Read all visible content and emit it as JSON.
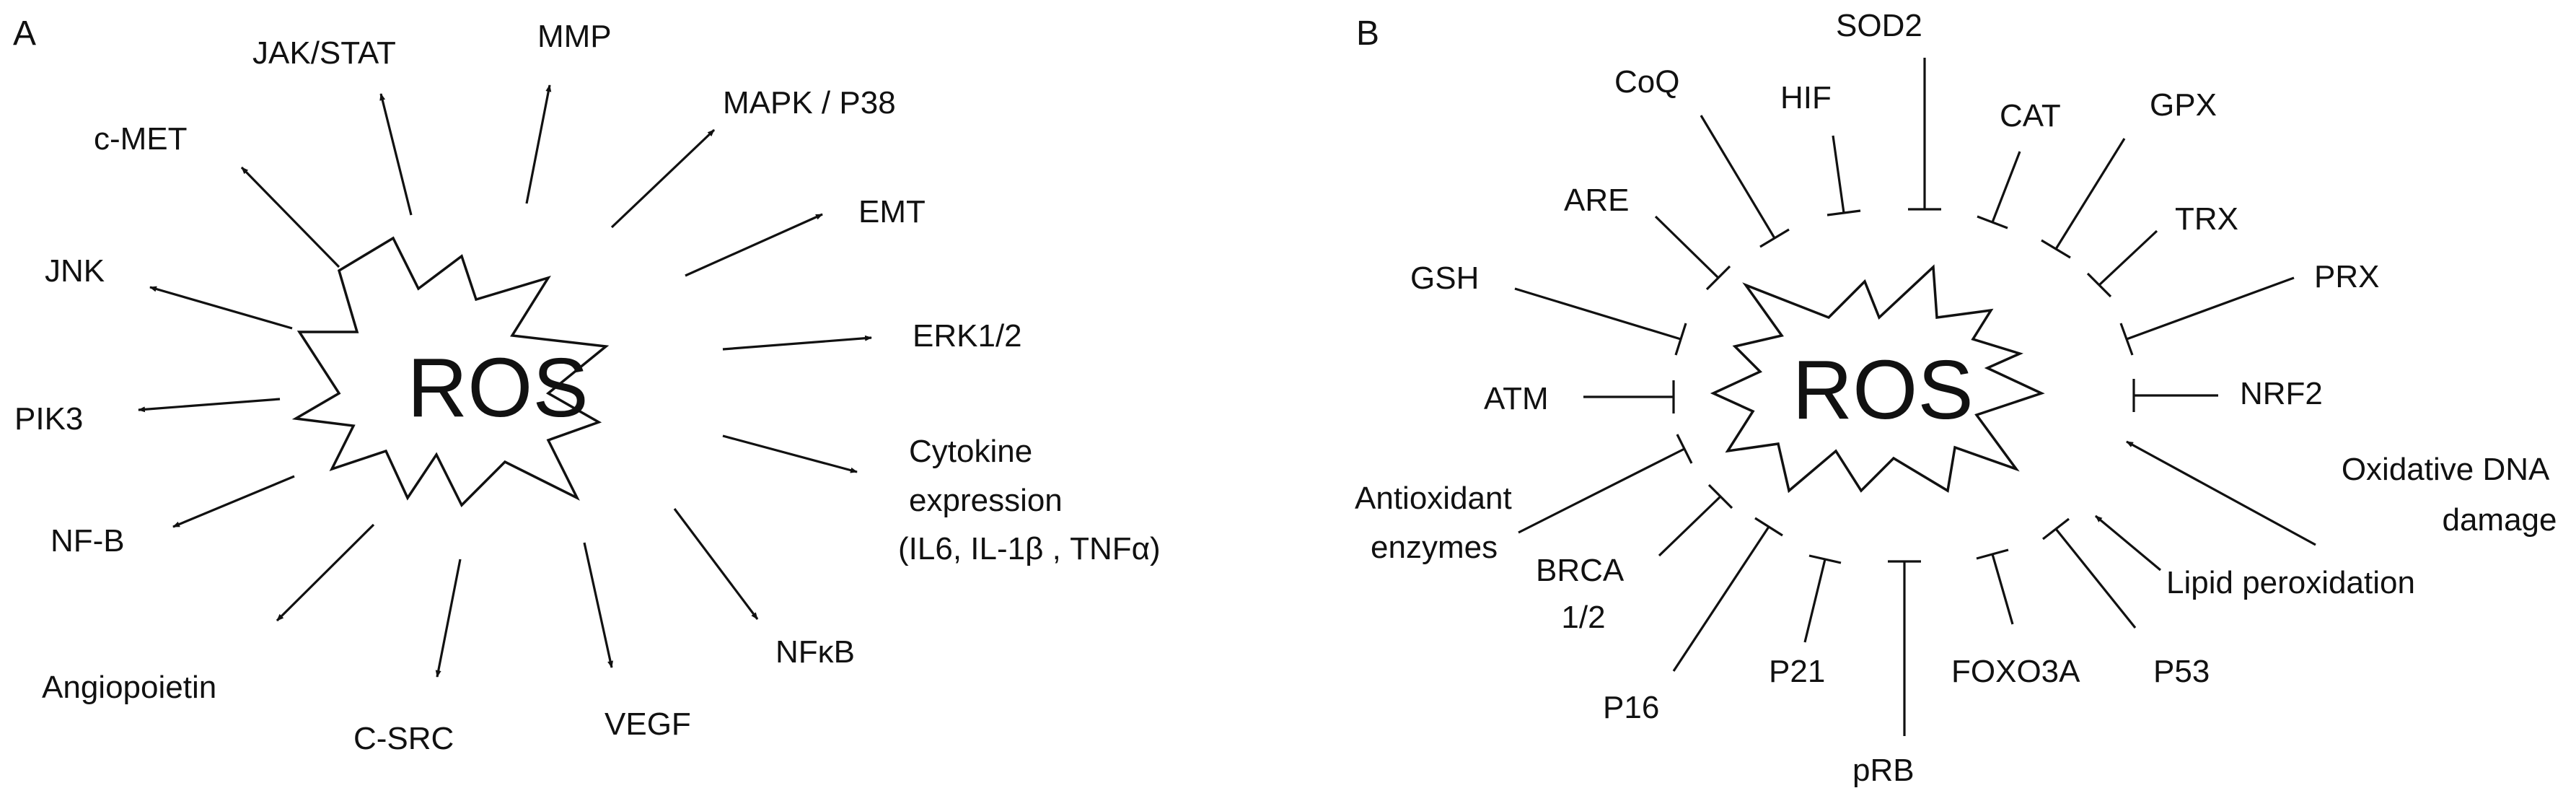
{
  "panel_a": {
    "letter": "A",
    "center": "ROS",
    "targets": [
      {
        "id": "jak-stat",
        "text": "JAK/STAT"
      },
      {
        "id": "mmp",
        "text": "MMP"
      },
      {
        "id": "c-met",
        "text": "c-MET"
      },
      {
        "id": "mapk",
        "text": "MAPK / P38"
      },
      {
        "id": "emt",
        "text": "EMT"
      },
      {
        "id": "jnk",
        "text": "JNK"
      },
      {
        "id": "erk",
        "text": "ERK1/2"
      },
      {
        "id": "pik3",
        "text": "PIK3"
      },
      {
        "id": "cytokine",
        "lines": [
          "Cytokine",
          "expression",
          "(IL6, IL-1β , TNFα)"
        ]
      },
      {
        "id": "nf-b",
        "text": "NF-B"
      },
      {
        "id": "nfkb",
        "text": "NFκB"
      },
      {
        "id": "angiopoietin",
        "text": "Angiopoietin"
      },
      {
        "id": "vegf",
        "text": "VEGF"
      },
      {
        "id": "c-src",
        "text": "C-SRC"
      }
    ]
  },
  "panel_b": {
    "letter": "B",
    "center": "ROS",
    "inhibitors": [
      {
        "id": "sod2",
        "text": "SOD2"
      },
      {
        "id": "coq",
        "text": "CoQ"
      },
      {
        "id": "hif",
        "text": "HIF"
      },
      {
        "id": "cat",
        "text": "CAT"
      },
      {
        "id": "gpx",
        "text": "GPX"
      },
      {
        "id": "are",
        "text": "ARE"
      },
      {
        "id": "trx",
        "text": "TRX"
      },
      {
        "id": "gsh",
        "text": "GSH"
      },
      {
        "id": "prx",
        "text": "PRX"
      },
      {
        "id": "atm",
        "text": "ATM"
      },
      {
        "id": "nrf2",
        "text": "NRF2"
      },
      {
        "id": "antioxidant",
        "lines": [
          "Antioxidant",
          "enzymes"
        ]
      },
      {
        "id": "brca",
        "lines": [
          "BRCA",
          "1/2"
        ]
      },
      {
        "id": "p16",
        "text": "P16"
      },
      {
        "id": "p21",
        "text": "P21"
      },
      {
        "id": "prb",
        "text": "pRB"
      },
      {
        "id": "foxo3a",
        "text": "FOXO3A"
      },
      {
        "id": "p53",
        "text": "P53"
      }
    ],
    "inducers": [
      {
        "id": "oxidative-dna",
        "lines": [
          "Oxidative DNA",
          "damage"
        ]
      },
      {
        "id": "lipid",
        "text": "Lipid peroxidation"
      }
    ]
  }
}
